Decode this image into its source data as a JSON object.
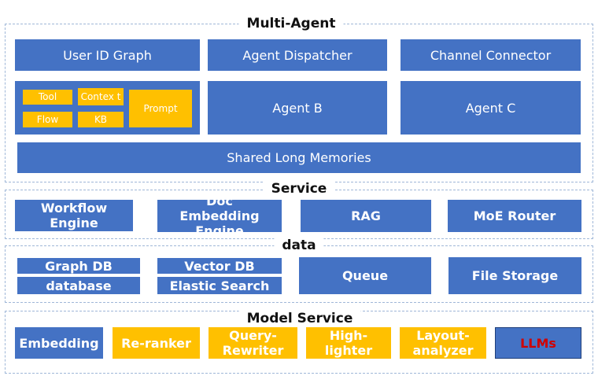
{
  "sections": {
    "multi_agent": {
      "title": "Multi-Agent",
      "user_id_graph": "User ID Graph",
      "agent_dispatcher": "Agent Dispatcher",
      "channel_connector": "Channel Connector",
      "agent_a": {
        "tool": "Tool",
        "context": "Contex t",
        "flow": "Flow",
        "kb": "KB",
        "prompt": "Prompt"
      },
      "agent_b": "Agent B",
      "agent_c": "Agent C",
      "shared_long_memories": "Shared Long Memories"
    },
    "service": {
      "title": "Service",
      "workflow_engine": "Workflow Engine",
      "doc_embedding_engine": "Doc Embedding Engine",
      "rag": "RAG",
      "moe_router": "MoE Router"
    },
    "data": {
      "title": "data",
      "graph_db": "Graph DB",
      "database": "database",
      "vector_db": "Vector DB",
      "elastic_search": "Elastic Search",
      "queue": "Queue",
      "file_storage": "File Storage"
    },
    "model_service": {
      "title": "Model Service",
      "embedding": "Embedding",
      "re_ranker": "Re-ranker",
      "query_rewriter": "Query-Rewriter",
      "high_lighter": "High-lighter",
      "layout_analyzer": "Layout-analyzer",
      "llms": "LLMs"
    }
  },
  "colors": {
    "blue": "#4472c4",
    "gold": "#ffc000",
    "red_text": "#d00000"
  }
}
